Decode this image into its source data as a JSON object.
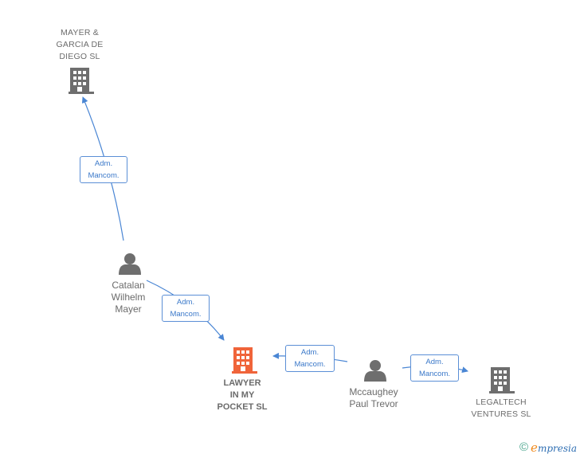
{
  "nodes": {
    "mayer_garcia": {
      "label": "MAYER &\nGARCIA DE\nDIEGO  SL",
      "kind": "company",
      "color": "#6e6e6e"
    },
    "lawyer_pocket": {
      "label": "LAWYER\nIN MY\nPOCKET  SL",
      "kind": "company",
      "color": "#f0643a"
    },
    "legaltech": {
      "label": "LEGALTECH\nVENTURES  SL",
      "kind": "company",
      "color": "#6e6e6e"
    },
    "catalan": {
      "label": "Catalan\nWilhelm\nMayer",
      "kind": "person",
      "color": "#6e6e6e"
    },
    "mccaughey": {
      "label": "Mccaughey\nPaul Trevor",
      "kind": "person",
      "color": "#6e6e6e"
    }
  },
  "edges": [
    {
      "from": "catalan",
      "to": "mayer_garcia",
      "label": "Adm.\nMancom."
    },
    {
      "from": "catalan",
      "to": "lawyer_pocket",
      "label": "Adm.\nMancom."
    },
    {
      "from": "mccaughey",
      "to": "lawyer_pocket",
      "label": "Adm.\nMancom."
    },
    {
      "from": "mccaughey",
      "to": "legaltech",
      "label": "Adm.\nMancom."
    }
  ],
  "footer": {
    "copyright_symbol": "©",
    "brand_initial": "e",
    "brand_rest": "mpresia"
  },
  "colors": {
    "edge": "#4a86d4",
    "edge_label_text": "#3a78c9",
    "node_grey": "#6e6e6e",
    "focus": "#f0643a"
  }
}
